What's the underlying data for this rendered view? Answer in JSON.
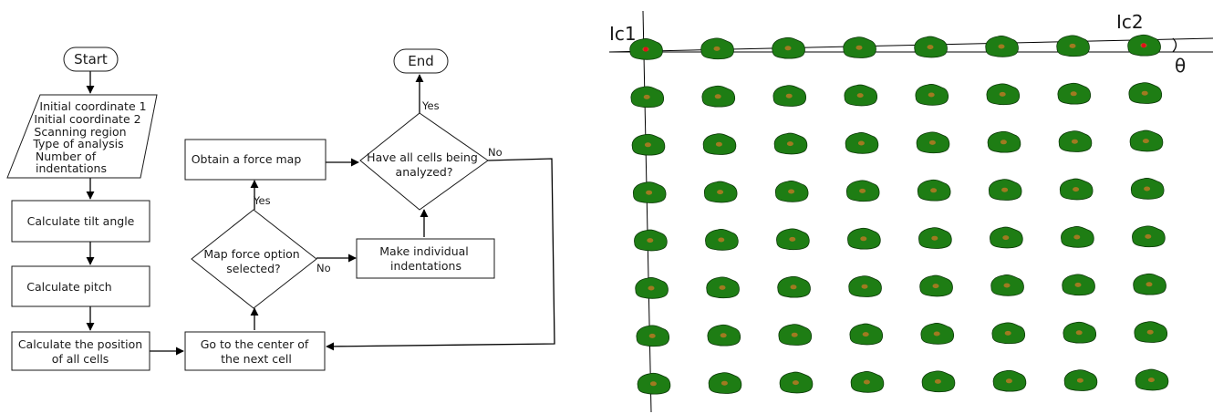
{
  "flowchart": {
    "start": "Start",
    "end": "End",
    "input_lines": [
      "Initial coordinate 1",
      "Initial coordinate 2",
      "Scanning region",
      "Type of analysis",
      "Number of",
      "indentations"
    ],
    "tilt": "Calculate tilt angle",
    "pitch": "Calculate pitch",
    "position_lines": [
      "Calculate the position",
      "of all cells"
    ],
    "goto_lines": [
      "Go to the center of",
      "the next cell"
    ],
    "map_decision_lines": [
      "Map force option",
      "selected?"
    ],
    "obtain": "Obtain a force map",
    "indent_lines": [
      "Make individual",
      "indentations"
    ],
    "all_decision_lines": [
      "Have all cells being",
      "analyzed?"
    ],
    "yes": "Yes",
    "no": "No"
  },
  "grid": {
    "rows": 8,
    "cols": 8,
    "ic1": "Ic1",
    "ic2": "Ic2",
    "theta": "θ",
    "cell_color": "#1e7d14",
    "cell_stroke": "#0d3a09",
    "nucleus_color": "#a07a20",
    "marker_color": "#e0101a"
  }
}
